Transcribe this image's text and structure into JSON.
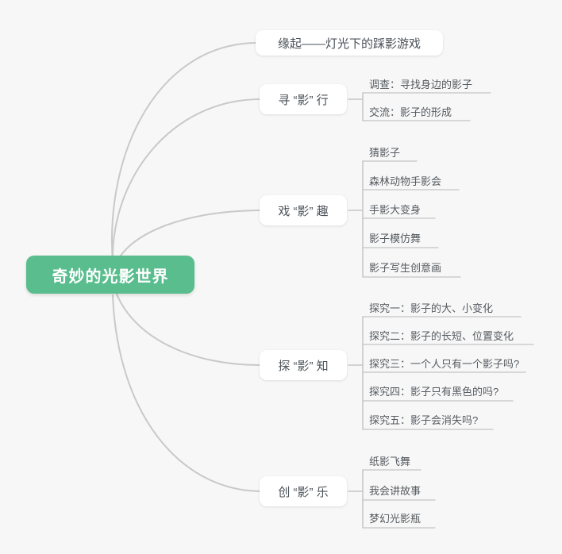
{
  "app": {
    "type": "mind-map",
    "background_color": "#f7f7f7"
  },
  "colors": {
    "central_bg": "#5abd8e",
    "central_text": "#ffffff",
    "topic_text": "#4a5158",
    "child_text": "#565b60",
    "connector": "#c9c9c9",
    "underline": "#c4c4c4"
  },
  "central": {
    "label": "奇妙的光影世界"
  },
  "branches": [
    {
      "label": "缘起——灯光下的踩影游戏",
      "children": []
    },
    {
      "label": "寻 “影” 行",
      "children": [
        {
          "label": "调查：寻找身边的影子"
        },
        {
          "label": "交流：影子的形成"
        }
      ]
    },
    {
      "label": "戏 “影” 趣",
      "children": [
        {
          "label": "猜影子"
        },
        {
          "label": "森林动物手影会"
        },
        {
          "label": "手影大变身"
        },
        {
          "label": "影子模仿舞"
        },
        {
          "label": "影子写生创意画"
        }
      ]
    },
    {
      "label": "探 “影” 知",
      "children": [
        {
          "label": "探究一：影子的大、小变化"
        },
        {
          "label": "探究二：影子的长短、位置变化"
        },
        {
          "label": "探究三：一个人只有一个影子吗?"
        },
        {
          "label": "探究四：影子只有黑色的吗?"
        },
        {
          "label": "探究五：影子会消失吗?"
        }
      ]
    },
    {
      "label": "创 “影” 乐",
      "children": [
        {
          "label": "纸影飞舞"
        },
        {
          "label": "我会讲故事"
        },
        {
          "label": "梦幻光影瓶"
        }
      ]
    }
  ]
}
